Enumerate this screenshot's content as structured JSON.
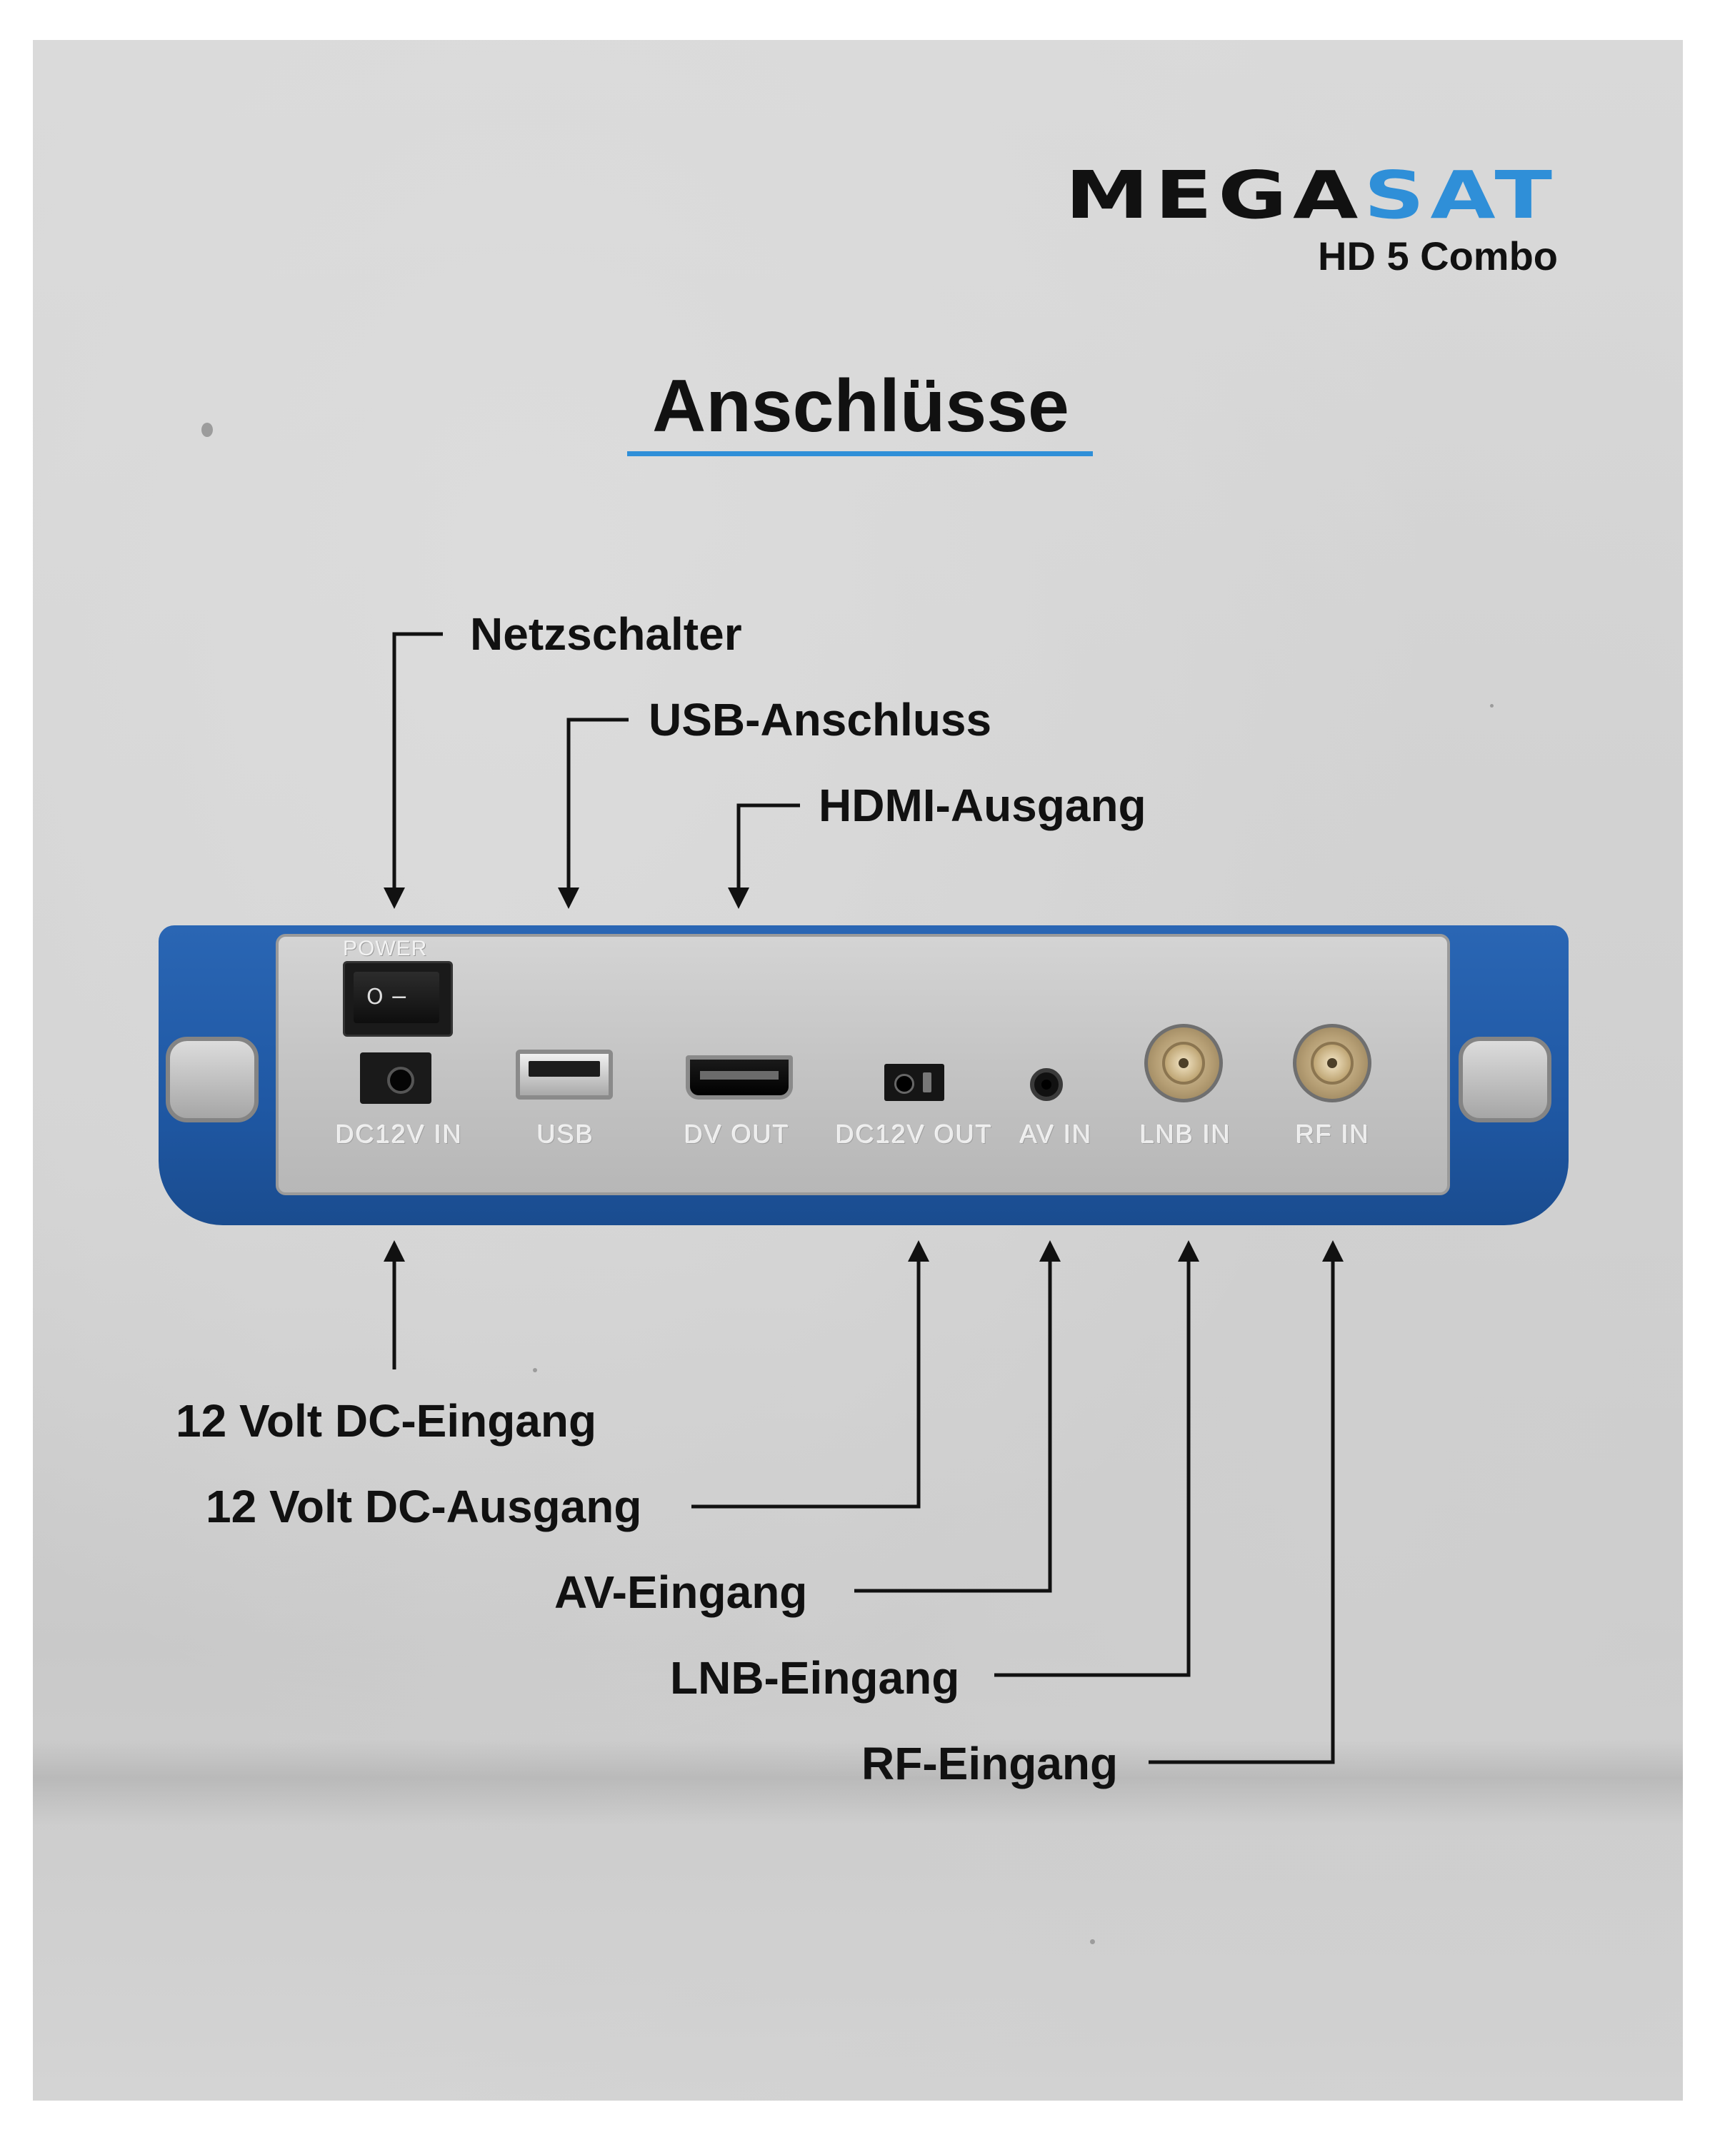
{
  "brand": {
    "logo_part1": "MEGA",
    "logo_part2": "SAT",
    "model": "HD 5 Combo",
    "accent_color": "#2f8fd8"
  },
  "title": "Anschlüsse",
  "top_labels": [
    "Netzschalter",
    "USB-Anschluss",
    "HDMI-Ausgang"
  ],
  "bottom_labels": [
    "12 Volt DC-Eingang",
    "12 Volt DC-Ausgang",
    "AV-Eingang",
    "LNB-Eingang",
    "RF-Eingang"
  ],
  "device": {
    "power_text": "POWER",
    "switch_symbol": "O −",
    "port_labels": [
      "DC12V  IN",
      "USB",
      "DV  OUT",
      "DC12V  OUT",
      "AV  IN",
      "LNB  IN",
      "RF  IN"
    ],
    "body_color": "#2362b0",
    "panel_color": "#c4c4c4"
  }
}
